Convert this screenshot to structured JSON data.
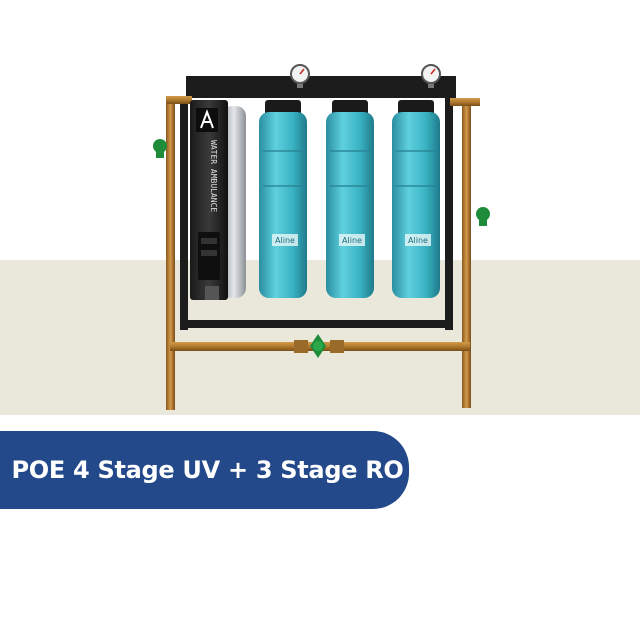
{
  "product": {
    "title": "POE 4 Stage UV + 3 Stage RO",
    "uv_unit_label": "WATER AMBULANCE",
    "cartridge_labels": [
      "Aline",
      "Aline",
      "Aline"
    ]
  },
  "colors": {
    "backdrop": "#e9e8db",
    "pill": "#23498a",
    "cartridge": "#3fb8c9",
    "frame": "#1c1c1c",
    "pipe": "#b07a2e",
    "valve": "#1f8c3a"
  },
  "icons": [
    "pressure-gauge-icon",
    "brand-logo-icon",
    "valve-icon"
  ]
}
